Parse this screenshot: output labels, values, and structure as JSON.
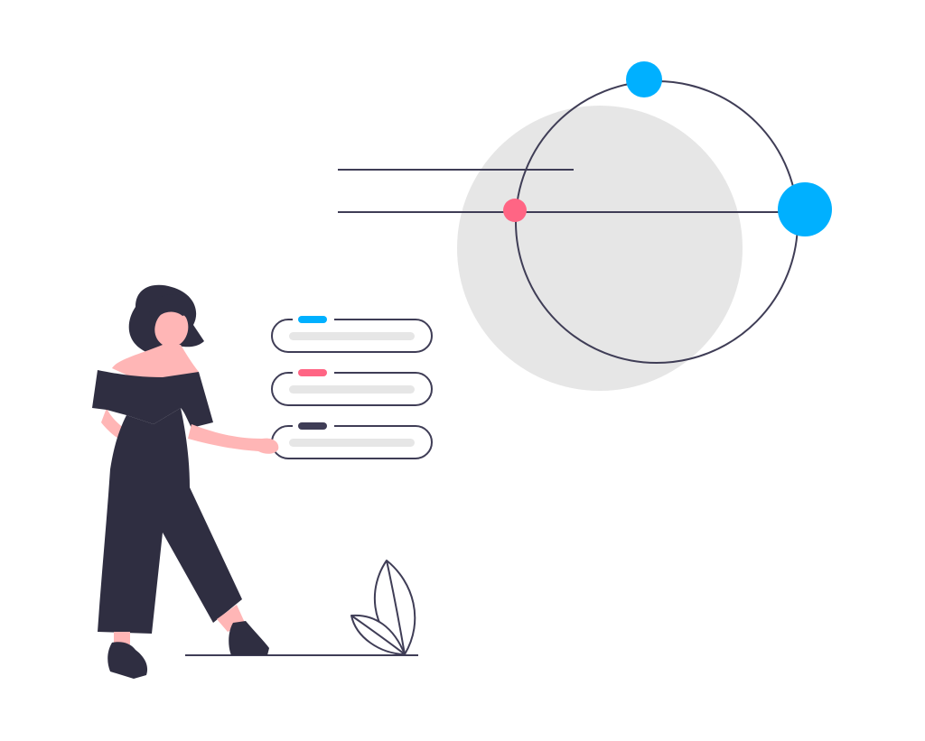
{
  "palette": {
    "ink": "#3f3d56",
    "dark": "#2f2e41",
    "skin": "#ffb6b6",
    "accent_blue": "#00b0ff",
    "accent_red": "#ff6584",
    "light_gray": "#e6e6e6",
    "background": "#ffffff"
  },
  "orbit": {
    "nodes": [
      {
        "name": "orbit-node-top",
        "color": "#00b0ff"
      },
      {
        "name": "orbit-node-right",
        "color": "#00b0ff"
      },
      {
        "name": "orbit-node-left",
        "color": "#ff6584"
      }
    ]
  },
  "options": [
    {
      "name": "option-card-1",
      "tag_color": "#00b0ff"
    },
    {
      "name": "option-card-2",
      "tag_color": "#ff6584"
    },
    {
      "name": "option-card-3",
      "tag_color": "#3f3d56"
    }
  ]
}
